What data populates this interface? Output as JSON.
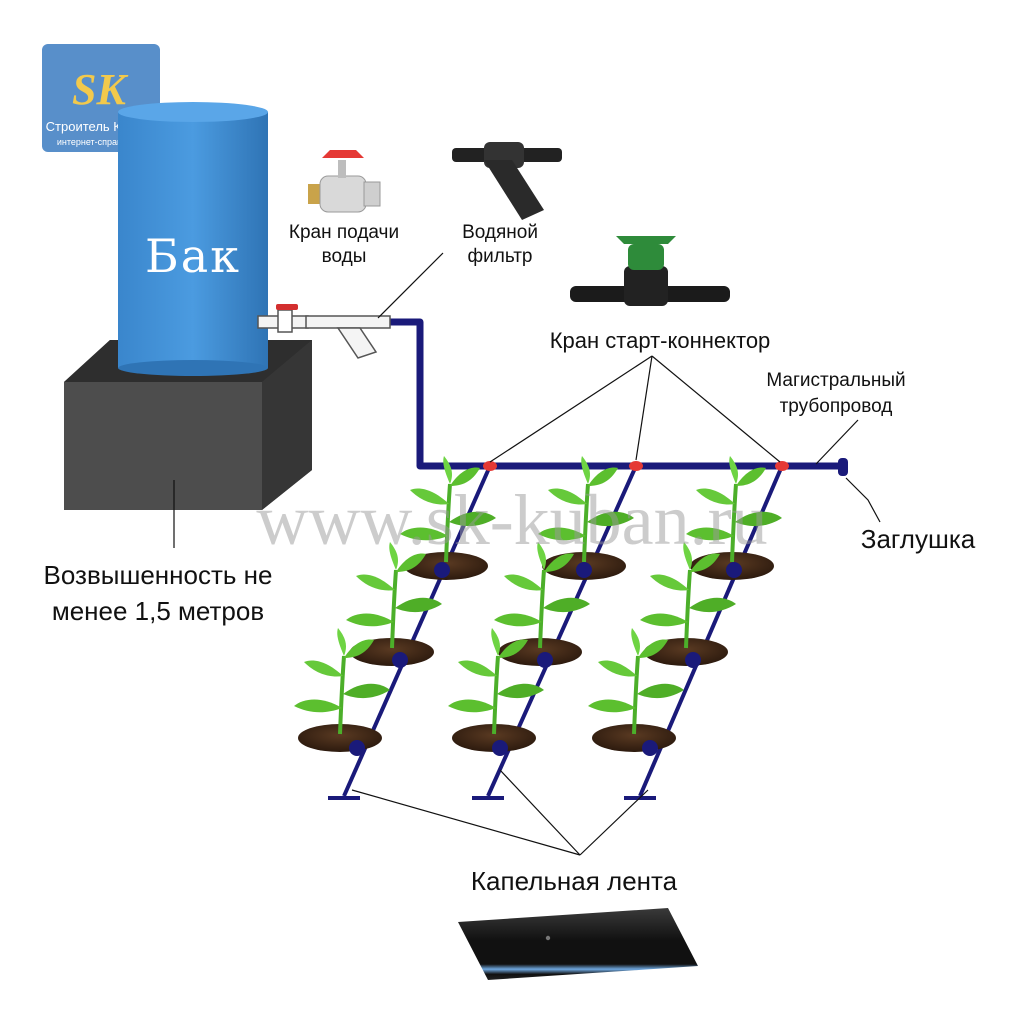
{
  "tank": {
    "label": "Бак",
    "color": "#3d8fd6"
  },
  "stand": {
    "label_line1": "Возвышенность не",
    "label_line2": "менее 1,5 метров",
    "color": "#4a4a4a"
  },
  "valve": {
    "label_line1": "Кран подачи",
    "label_line2": "воды"
  },
  "filter": {
    "label_line1": "Водяной",
    "label_line2": "фильтр"
  },
  "connector": {
    "label": "Кран старт-коннектор"
  },
  "mainline": {
    "label_line1": "Магистральный",
    "label_line2": "трубопровод",
    "color": "#1a1a7a"
  },
  "plug": {
    "label": "Заглушка"
  },
  "drip_tape": {
    "label": "Капельная лента"
  },
  "watermark": {
    "text": "www.sk-kuban.ru"
  },
  "logo": {
    "mark": "SK",
    "title": "Строитель Кубани",
    "subtitle": "интернет-справочник"
  },
  "icons": [
    "ball-valve-icon",
    "y-filter-icon",
    "start-connector-icon",
    "plant-icon",
    "drip-tape-icon"
  ]
}
